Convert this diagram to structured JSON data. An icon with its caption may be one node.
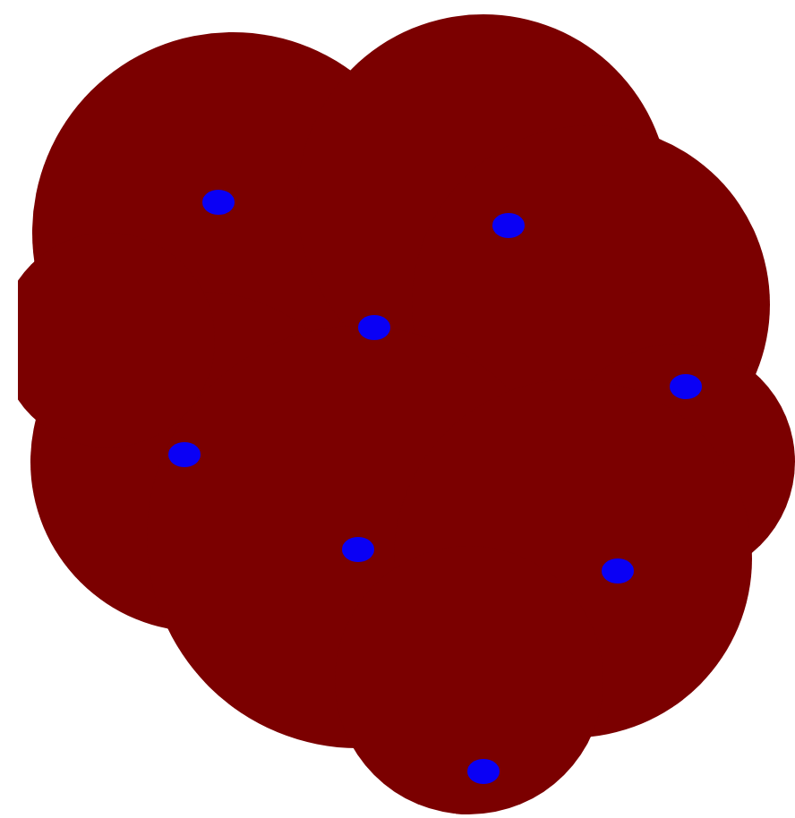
{
  "diagram": {
    "nodes": [
      {
        "text": [],
        "shape": "cloud"
      },
      {
        "text": [],
        "shape": "circle",
        "in": 0
      },
      {
        "text": [],
        "shape": "circle",
        "in": 0
      },
      {
        "text": [],
        "shape": "circle",
        "in": 0
      },
      {
        "text": [],
        "shape": "circle",
        "in": 0
      },
      {
        "text": [],
        "shape": "circle",
        "in": 0
      },
      {
        "text": [],
        "shape": "circle",
        "in": 0
      },
      {
        "text": [],
        "shape": "circle",
        "in": 0
      },
      {
        "text": [],
        "shape": "circle",
        "in": 0
      }
    ]
  }
}
